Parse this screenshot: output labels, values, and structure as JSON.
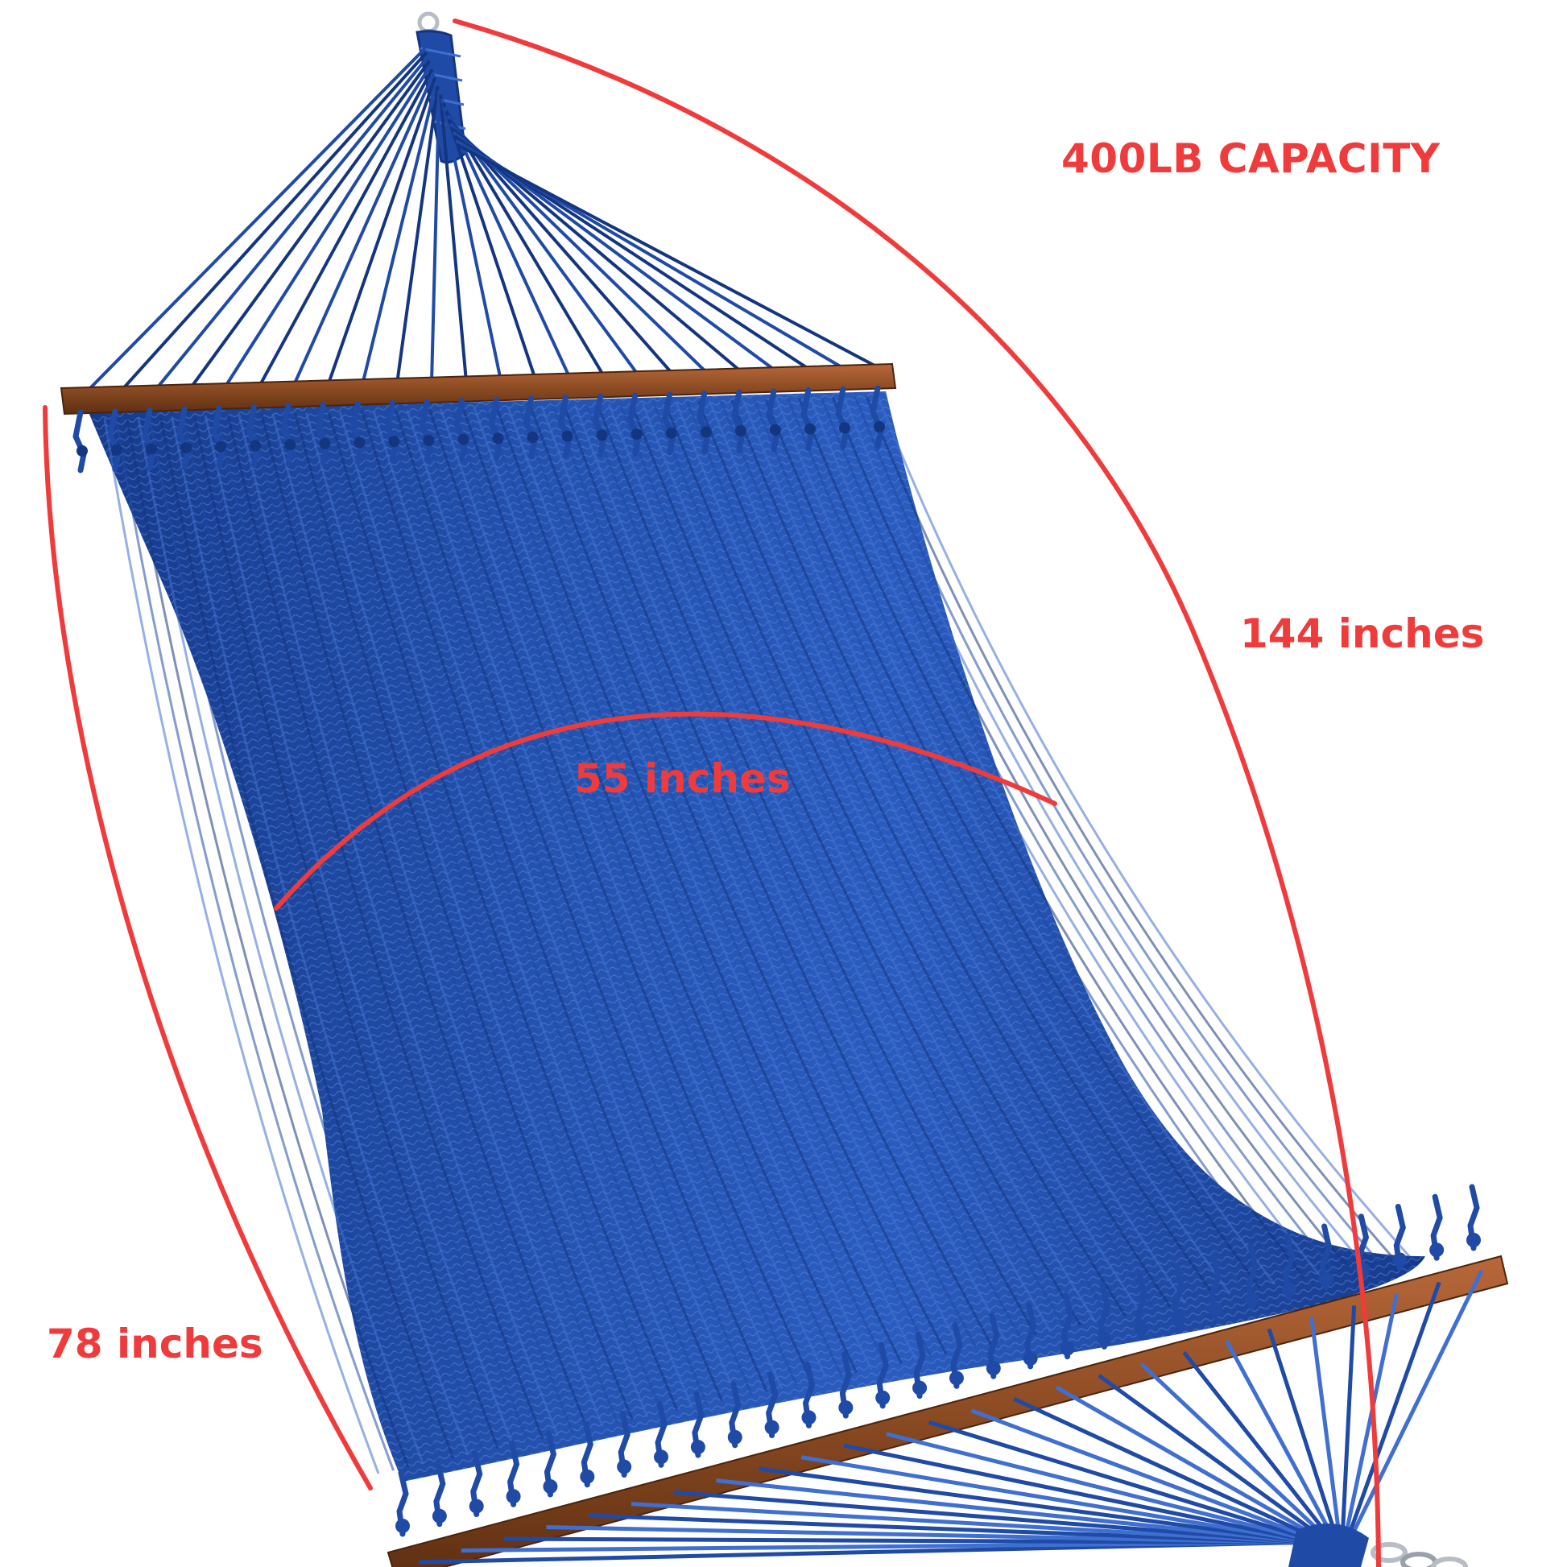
{
  "labels": {
    "capacity": "400LB CAPACITY",
    "length": "144 inches",
    "width": "55 inches",
    "bed_length": "78 inches"
  },
  "colors": {
    "background": "#ffffff",
    "annotation_red": "#ef3b3b",
    "rope_blue": "#1f4aa6",
    "rope_blue_dark": "#143580",
    "rope_blue_light": "#3f6fd0",
    "spreader_wood": "#8a4a22",
    "spreader_wood_dark": "#5e2f12",
    "metal": "#b8bcc4"
  },
  "icons": {
    "top_hook": "metal-ring-icon",
    "bottom_chain": "chain-icon"
  }
}
